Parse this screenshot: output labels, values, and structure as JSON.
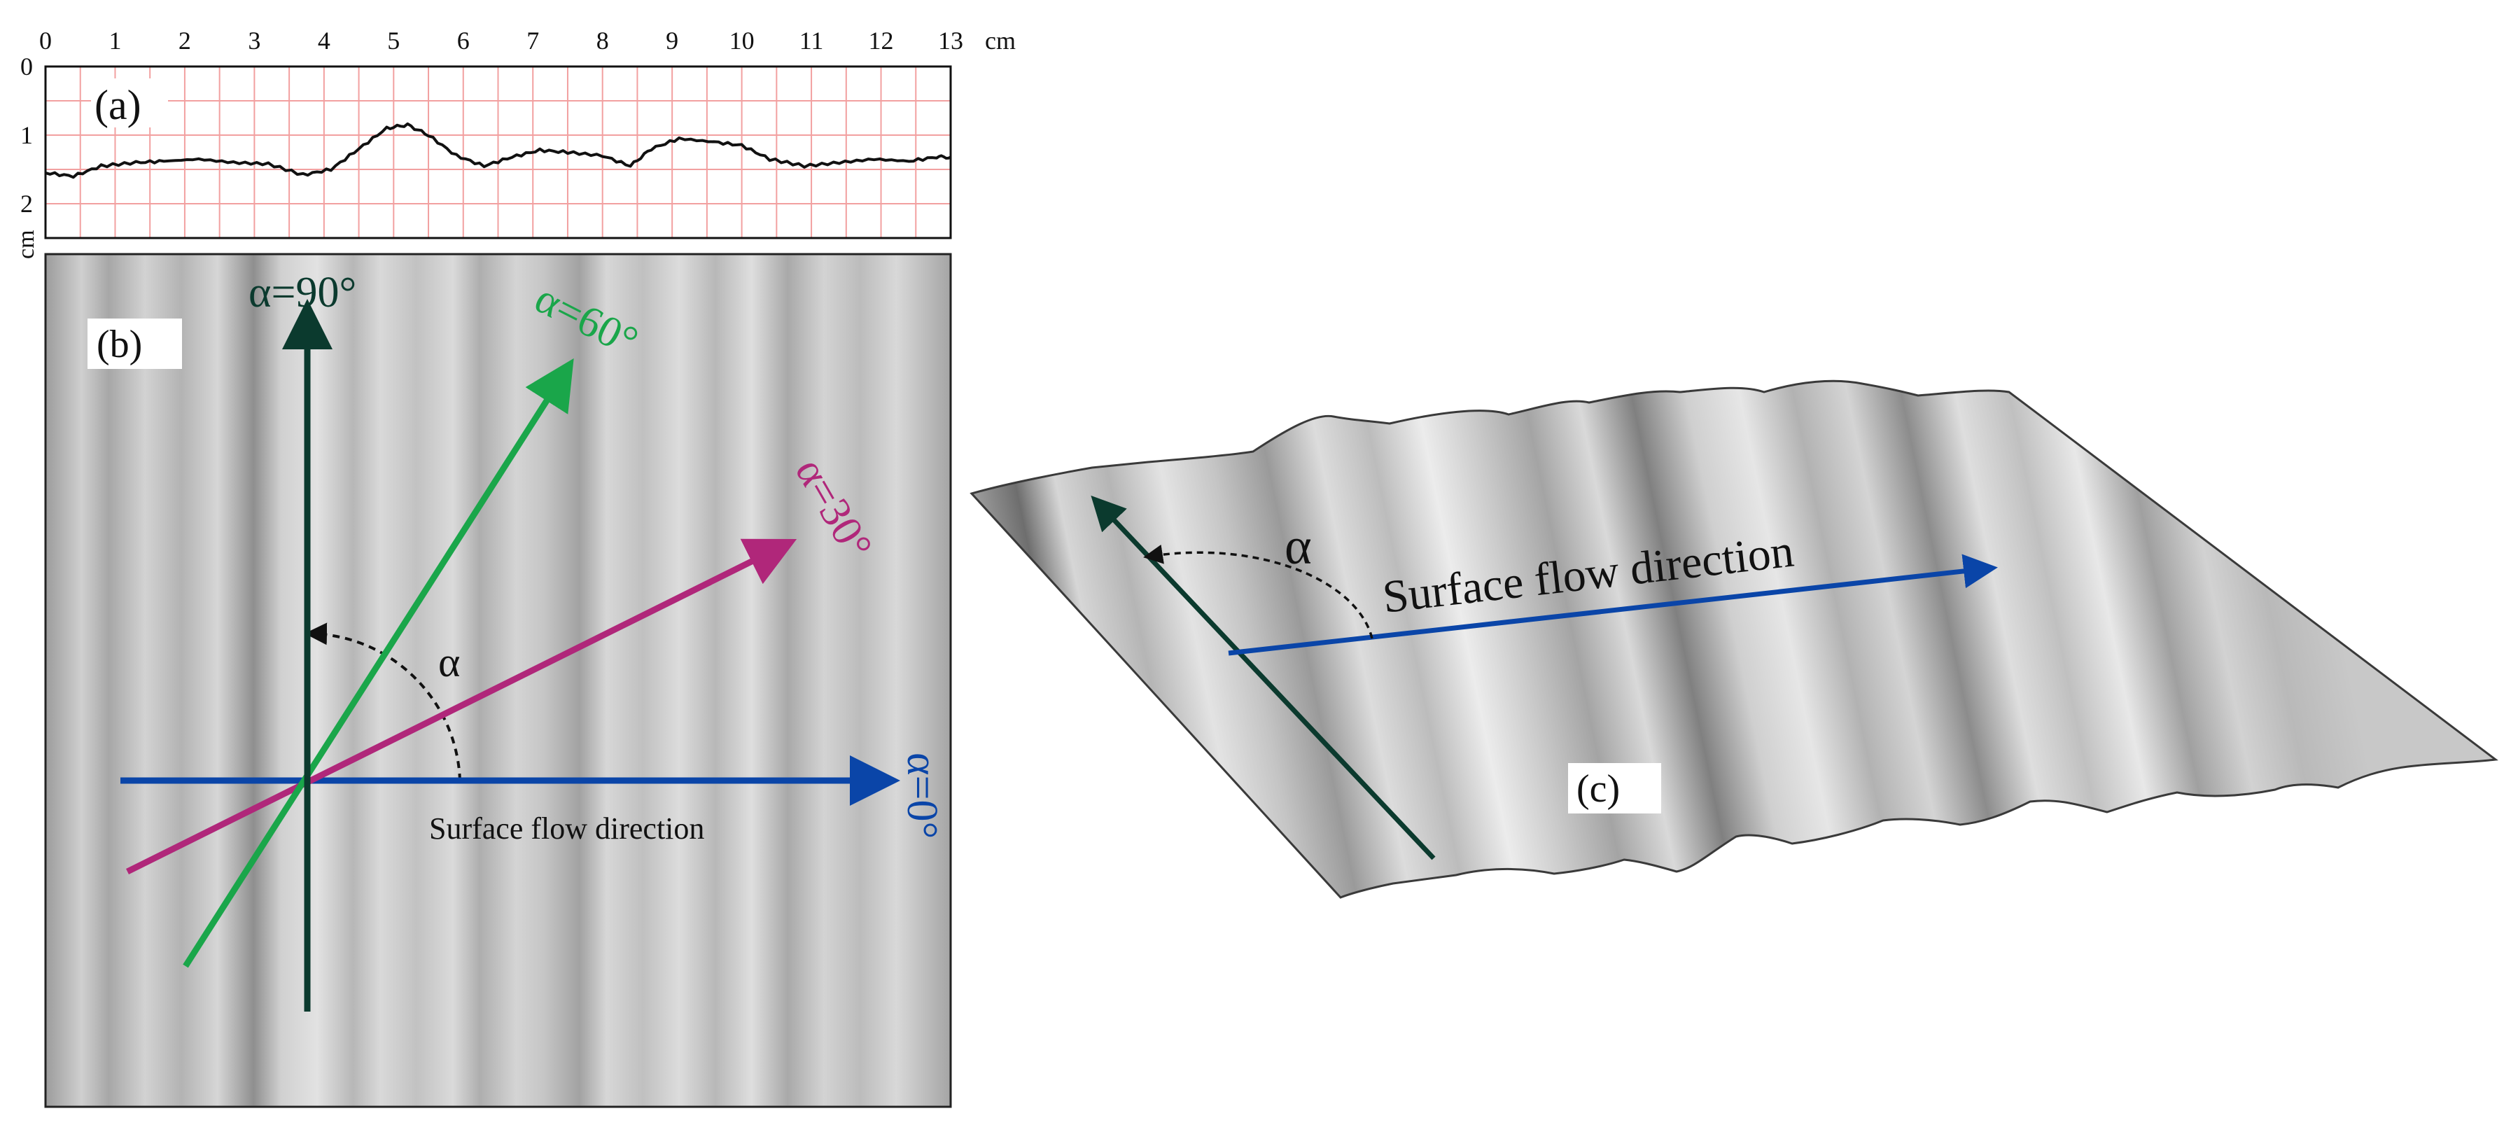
{
  "panel_a": {
    "label": "(a)",
    "x_ticks": [
      "0",
      "1",
      "2",
      "3",
      "4",
      "5",
      "6",
      "7",
      "8",
      "9",
      "10",
      "11",
      "12",
      "13"
    ],
    "x_unit": "cm",
    "y_ticks": [
      "0",
      "1",
      "2"
    ],
    "y_unit": "cm",
    "profile_color": "#111111",
    "grid_color": "#f2a0a0"
  },
  "panel_b": {
    "label": "(b)",
    "label_90": "α=90°",
    "label_60": "α=60°",
    "label_30": "α=30°",
    "label_0": "α=0°",
    "angle_label": "α",
    "flow_label": "Surface flow direction",
    "colors": {
      "a90": "#0b3a2e",
      "a60": "#1aa64a",
      "a30": "#b0277a",
      "a0": "#0a45a8"
    }
  },
  "panel_c": {
    "label": "(c)",
    "angle_label": "α",
    "flow_label": "Surface flow direction",
    "colors": {
      "dark_arrow": "#0b3a2e",
      "blue_arrow": "#0a45a8"
    }
  }
}
